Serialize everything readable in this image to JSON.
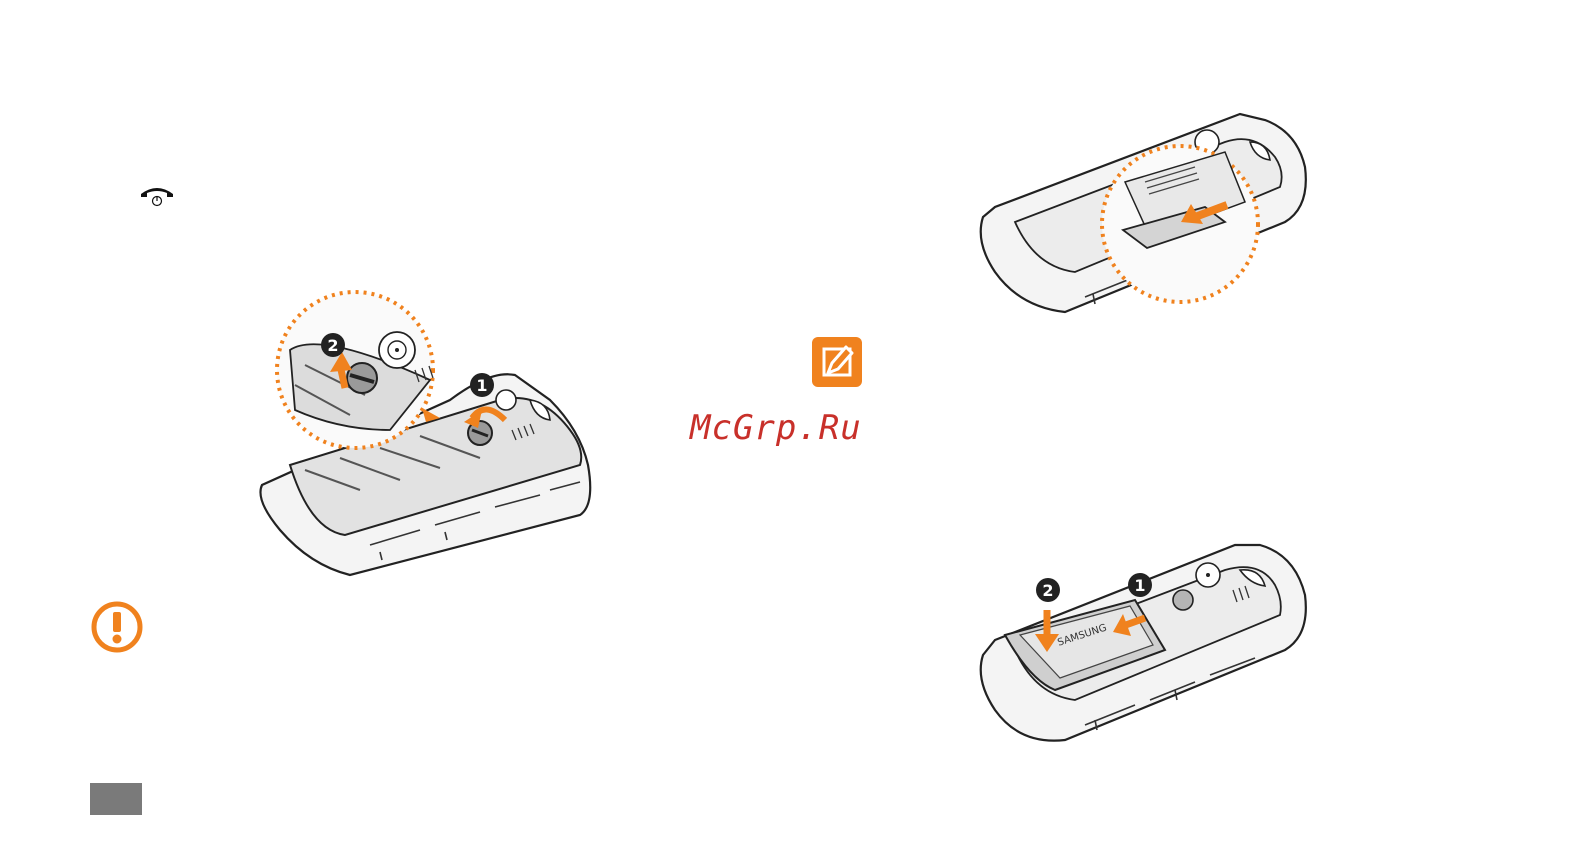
{
  "watermark": {
    "text": "McGrp.Ru"
  },
  "icons": {
    "end_key": "end-call-power-key-icon",
    "caution": "caution-exclamation-icon",
    "note": "note-pencil-icon",
    "step_1": "step-number-1-icon",
    "step_2": "step-number-2-icon"
  },
  "figures": {
    "battery_cover": {
      "steps": [
        "1",
        "2"
      ],
      "description_icons": [
        "rotate-arrow-icon",
        "lift-arrow-icon"
      ]
    },
    "sim_card": {
      "steps": []
    },
    "battery_insert": {
      "steps": [
        "1",
        "2"
      ],
      "battery_label": "SAMSUNG"
    }
  },
  "colors": {
    "accent": "#f0821e",
    "watermark": "#c8302a",
    "line": "#222222",
    "fill": "#e6e6e6",
    "page_tab": "#7a7a7a"
  }
}
